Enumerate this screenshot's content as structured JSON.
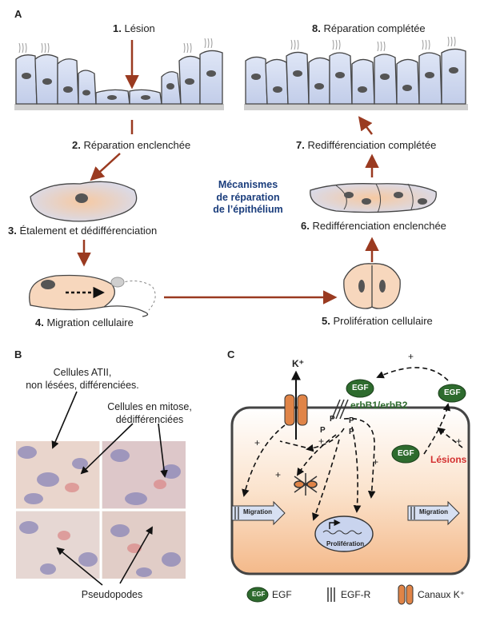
{
  "panel_a": {
    "letter": "A",
    "center_title": [
      "Mécanismes",
      "de réparation",
      "de l’épithélium"
    ],
    "steps": [
      {
        "num": "1.",
        "label": "Lésion"
      },
      {
        "num": "2.",
        "label": "Réparation enclenchée"
      },
      {
        "num": "3.",
        "label": "Étalement et dédifférenciation"
      },
      {
        "num": "4.",
        "label": "Migration cellulaire"
      },
      {
        "num": "5.",
        "label": "Prolifération cellulaire"
      },
      {
        "num": "6.",
        "label": "Redifférenciation enclenchée"
      },
      {
        "num": "7.",
        "label": "Redifférenciation complétée"
      },
      {
        "num": "8.",
        "label": "Réparation complétée"
      }
    ]
  },
  "panel_b": {
    "letter": "B",
    "label_atii": [
      "Cellules ATII,",
      "non lésées, différenciées."
    ],
    "label_mitosis": [
      "Cellules en mitose,",
      "dédifférenciées"
    ],
    "label_pseudopodes": "Pseudopodes"
  },
  "panel_c": {
    "letter": "C",
    "k_plus": "K⁺",
    "egf": "EGF",
    "erbb": "erbB1/erbB2",
    "lesions": "Lésions",
    "migration": "Migration",
    "proliferation": "Prolifération",
    "p": "P",
    "plus": "+",
    "legend": [
      {
        "icon": "egf-icon",
        "label": "EGF"
      },
      {
        "icon": "receptor-icon",
        "label": "EGF-R"
      },
      {
        "icon": "k-channel-icon",
        "label": "Canaux K⁺"
      }
    ]
  },
  "colors": {
    "arrow": "#9a3a20",
    "cell_blue": "#cfd8ee",
    "cell_orange": "#f5c9a4",
    "egf_green": "#2e7d32",
    "lesions_red": "#d32f2f",
    "title_blue": "#1a3d7c"
  }
}
